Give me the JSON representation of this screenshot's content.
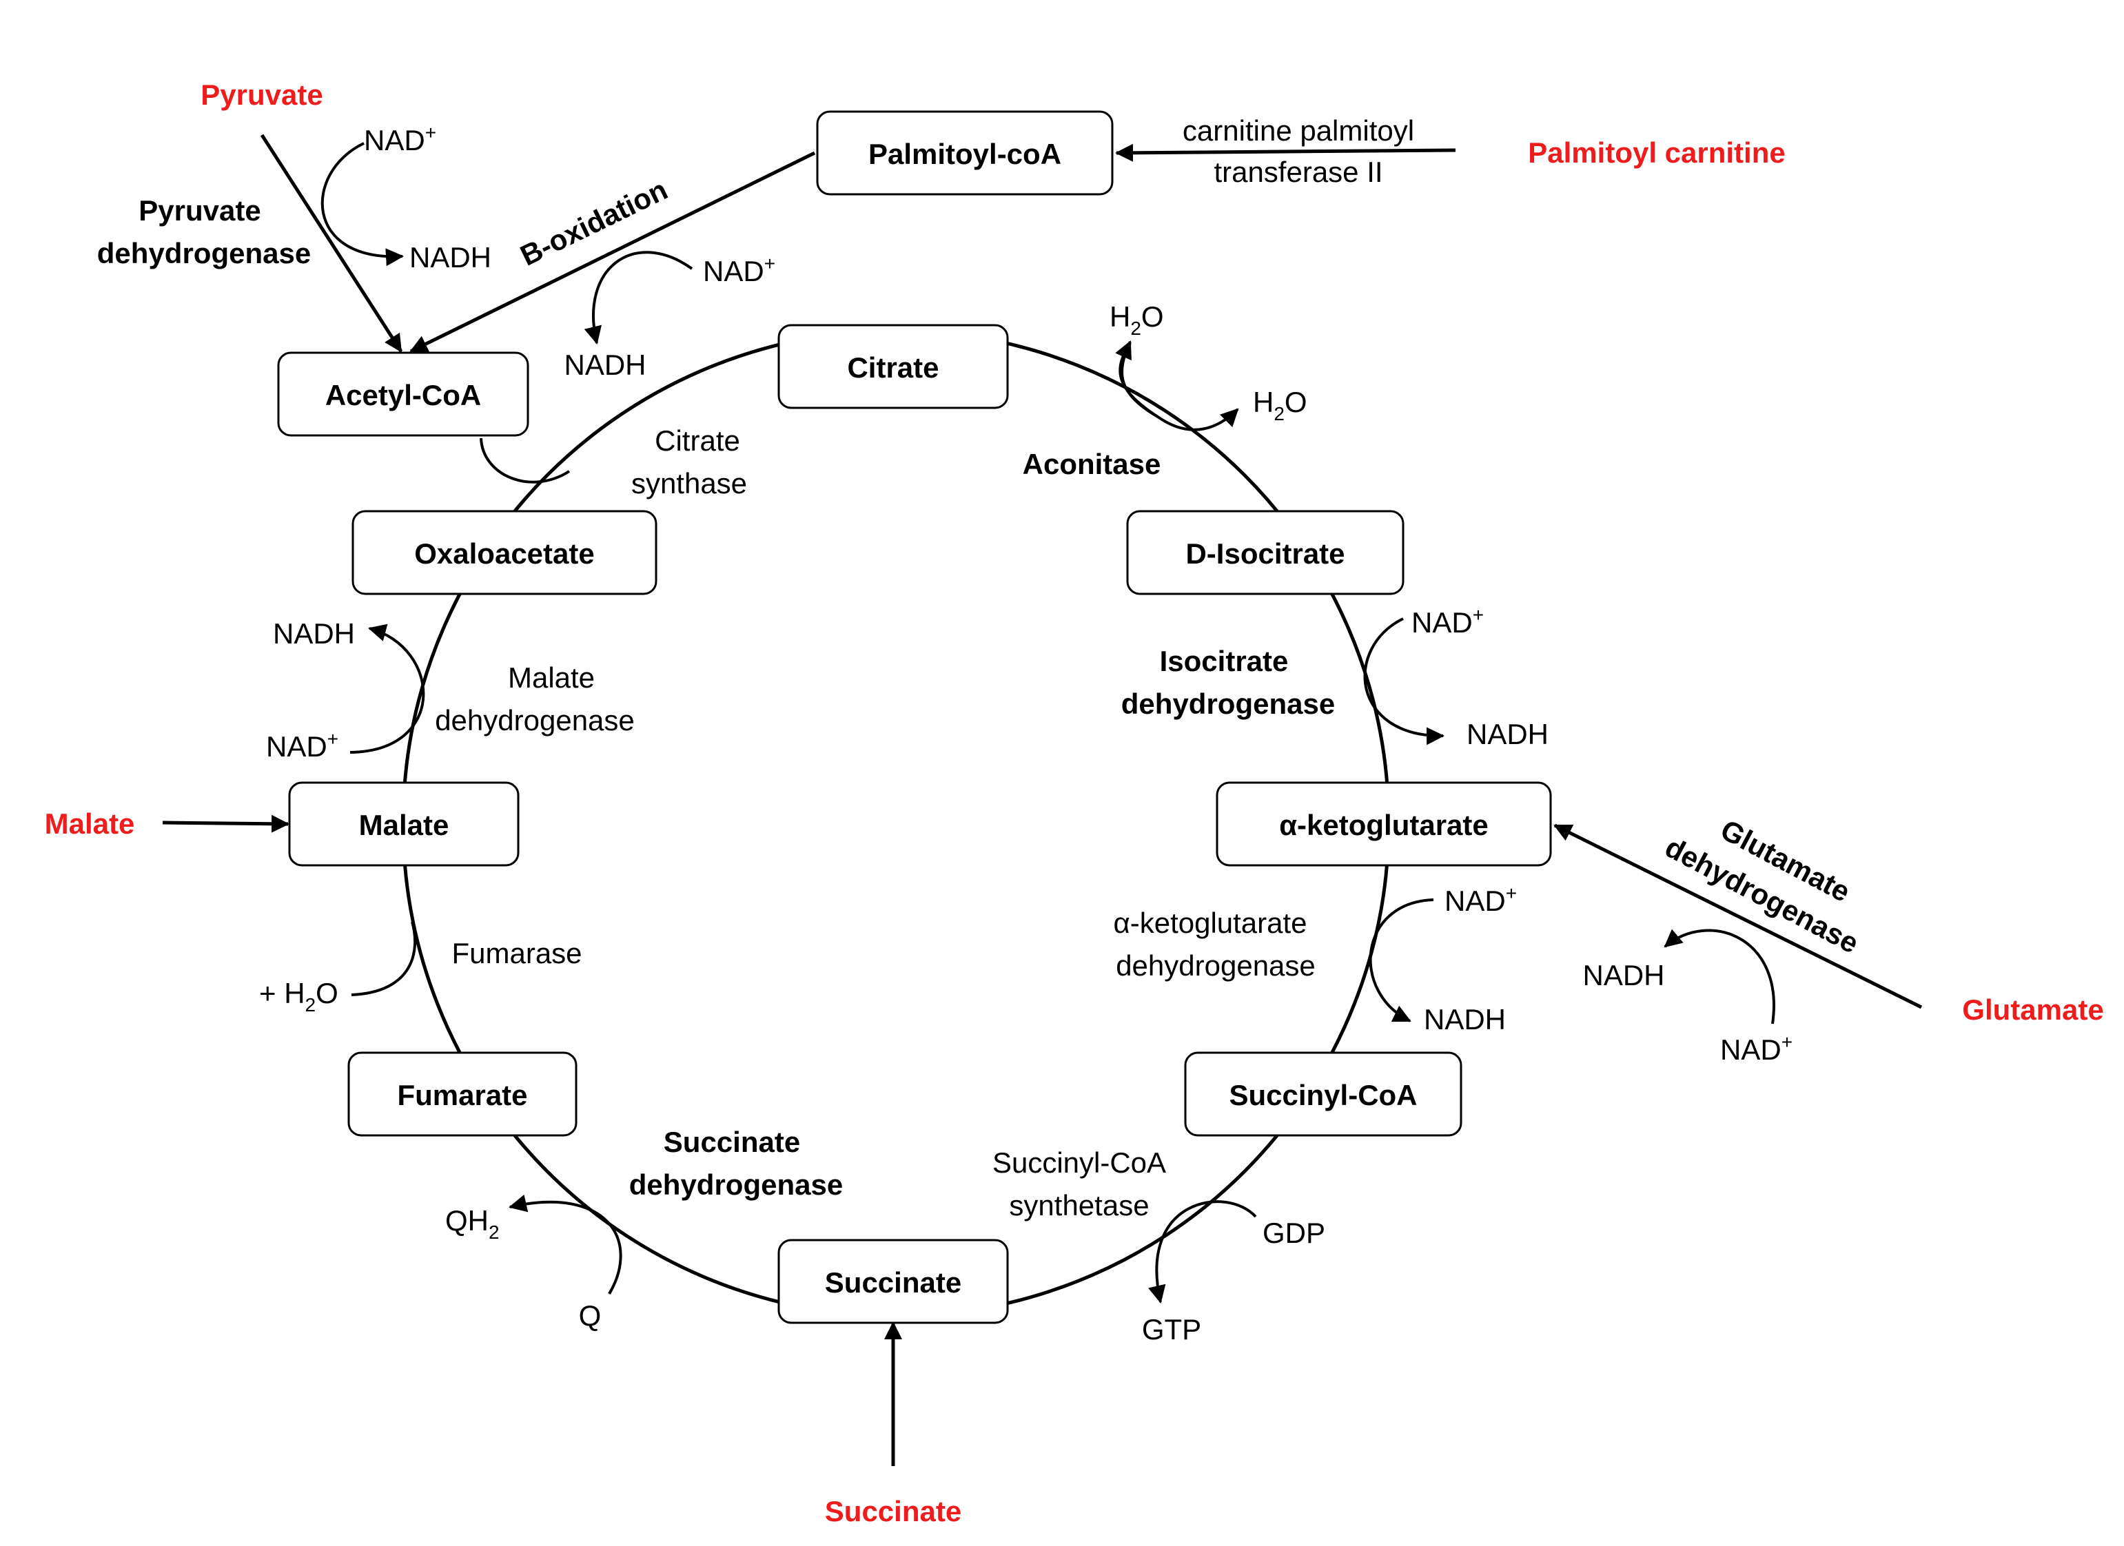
{
  "colors": {
    "substrate_input": "#ee1c1c",
    "ink": "#000000"
  },
  "metabolites": {
    "palmitoyl_coa": "Palmitoyl-coA",
    "acetyl_coa": "Acetyl-CoA",
    "citrate": "Citrate",
    "d_isocitrate": "D-Isocitrate",
    "oxaloacetate": "Oxaloacetate",
    "malate": "Malate",
    "alpha_ketoglutarate": "α-ketoglutarate",
    "fumarate": "Fumarate",
    "succinyl_coa": "Succinyl-CoA",
    "succinate": "Succinate"
  },
  "inputs": {
    "pyruvate": "Pyruvate",
    "palmitoyl_carnitine": "Palmitoyl carnitine",
    "malate": "Malate",
    "glutamate": "Glutamate",
    "succinate": "Succinate"
  },
  "enzymes": {
    "pyruvate_dh_1": "Pyruvate",
    "pyruvate_dh_2": "dehydrogenase",
    "b_oxidation": "B-oxidation",
    "cpt2_1": "carnitine palmitoyl",
    "cpt2_2": "transferase II",
    "citrate_synthase_1": "Citrate",
    "citrate_synthase_2": "synthase",
    "aconitase": "Aconitase",
    "isocitrate_dh_1": "Isocitrate",
    "isocitrate_dh_2": "dehydrogenase",
    "malate_dh_1": "Malate",
    "malate_dh_2": "dehydrogenase",
    "glutamate_dh_1": "Glutamate",
    "glutamate_dh_2": "dehydrogenase",
    "akg_dh_1": "α-ketoglutarate",
    "akg_dh_2": "dehydrogenase",
    "fumarase": "Fumarase",
    "succinate_dh_1": "Succinate",
    "succinate_dh_2": "dehydrogenase",
    "succinyl_coa_synth_1": "Succinyl-CoA",
    "succinyl_coa_synth_2": "synthetase"
  },
  "cofactors": {
    "nad": "NAD",
    "nad_charge": "+",
    "nadh": "NADH",
    "h2o_h": "H",
    "h2o_sub": "2",
    "h2o_o": "O",
    "plus_h": "+ H",
    "qh_base": "QH",
    "qh_sub": "2",
    "q": "Q",
    "gdp": "GDP",
    "gtp": "GTP"
  }
}
